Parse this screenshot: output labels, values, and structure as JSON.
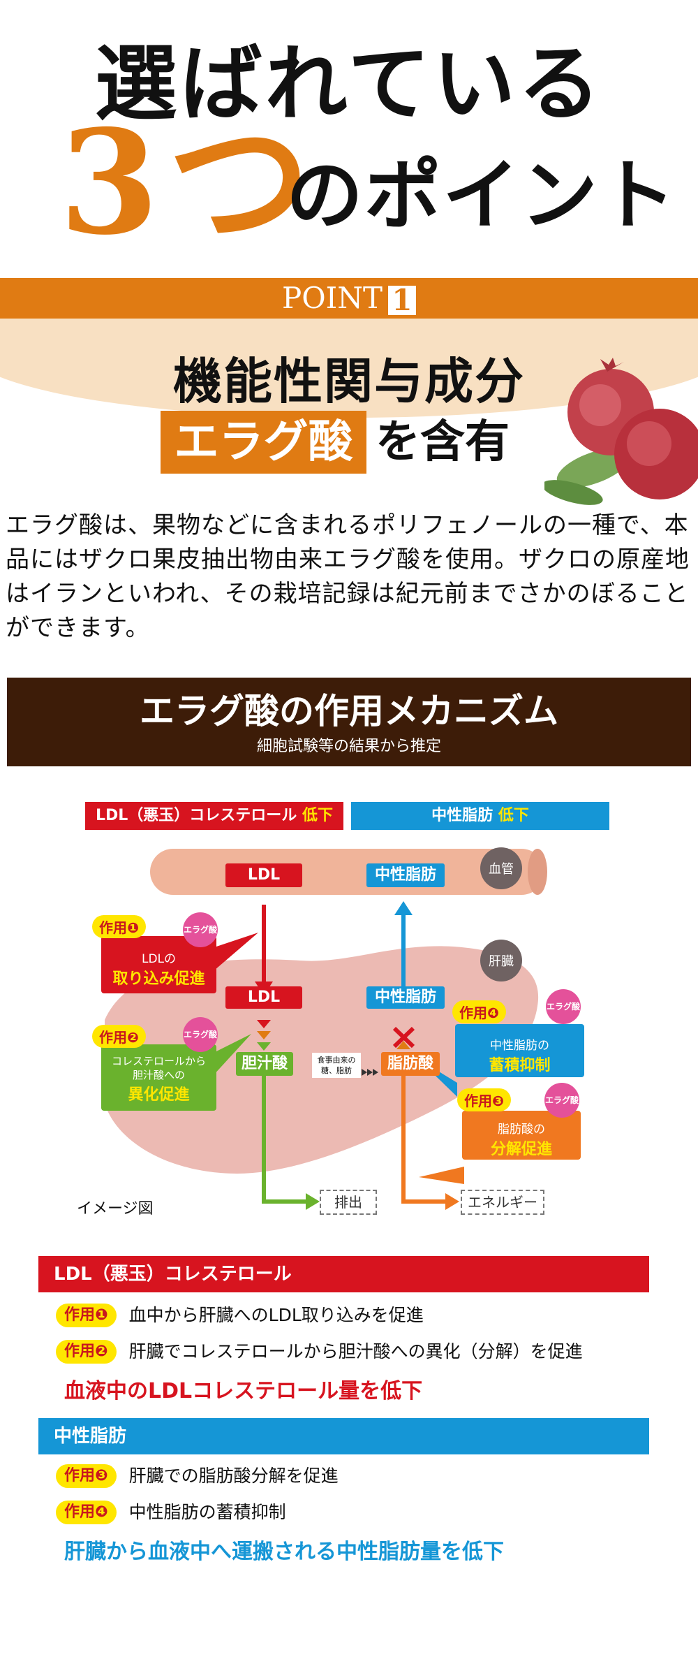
{
  "heading": {
    "line1": "選ばれている",
    "num": "3",
    "tsu": "つ",
    "rest": "のポイント"
  },
  "point": {
    "label": "POINT",
    "number": "1"
  },
  "feature": {
    "line1": "機能性関与成分",
    "highlight": "エラグ酸",
    "suffix": "を含有"
  },
  "paragraph": "エラグ酸は、果物などに含まれるポリフェノールの一種で、本品にはザクロ果皮抽出物由来エラグ酸を使用。ザクロの原産地はイランといわれ、その栽培記録は紀元前までさかのぼることができます。",
  "mechanism": {
    "title": "エラグ酸の作用メカニズム",
    "subtitle": "細胞試験等の結果から推定"
  },
  "diagram": {
    "header_ldl": "LDL（悪玉）コレステロール",
    "header_ldl_low": "低下",
    "header_tg": "中性脂肪",
    "header_tg_low": "低下",
    "vessel_ldl": "LDL",
    "vessel_tg": "中性脂肪",
    "vessel_label": "血管",
    "liver_label": "肝臓",
    "liver_ldl": "LDL",
    "liver_tg": "中性脂肪",
    "bile": "胆汁酸",
    "fatty": "脂肪酸",
    "food": "食事由来の\n糖、脂肪",
    "excrete": "排出",
    "energy": "エネルギー",
    "image_note": "イメージ図",
    "ellagic": "エラグ酸",
    "action1": {
      "badge": "作用❶",
      "line1": "LDLの",
      "line2": "取り込み促進"
    },
    "action2": {
      "badge": "作用❷",
      "line1": "コレステロールから",
      "line1b": "胆汁酸への",
      "line2": "異化促進"
    },
    "action3": {
      "badge": "作用❸",
      "line1": "脂肪酸の",
      "line2": "分解促進"
    },
    "action4": {
      "badge": "作用❹",
      "line1": "中性脂肪の",
      "line2": "蓄積抑制"
    }
  },
  "summary": {
    "ldl_title": "LDL（悪玉）コレステロール",
    "ldl_items": [
      {
        "badge": "作用❶",
        "text": "血中から肝臓へのLDL取り込みを促進"
      },
      {
        "badge": "作用❷",
        "text": "肝臓でコレステロールから胆汁酸への異化（分解）を促進"
      }
    ],
    "ldl_conclusion": "血液中のLDLコレステロール量を低下",
    "tg_title": "中性脂肪",
    "tg_items": [
      {
        "badge": "作用❸",
        "text": "肝臓での脂肪酸分解を促進"
      },
      {
        "badge": "作用❹",
        "text": "中性脂肪の蓄積抑制"
      }
    ],
    "tg_conclusion": "肝臓から血液中へ運搬される中性脂肪量を低下"
  },
  "colors": {
    "orange": "#e07b13",
    "red": "#d7141f",
    "blue": "#1596d6",
    "green": "#6ab22d",
    "brown": "#3d1c08",
    "yellow": "#ffe600",
    "pink": "#e4519a"
  }
}
